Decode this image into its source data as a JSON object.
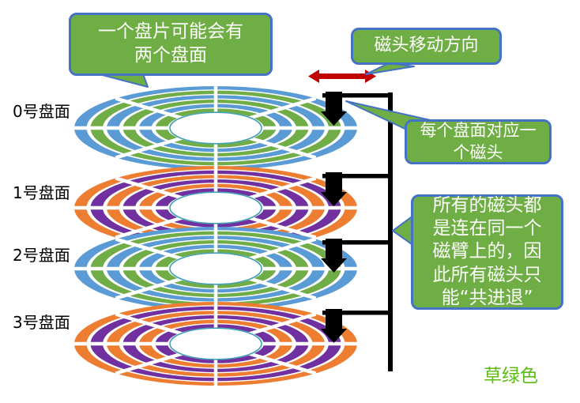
{
  "diagram": {
    "bubbles": {
      "platter_note": "一个盘片可能会有\n两个盘面",
      "head_direction": "磁头移动方向",
      "head_per_surface": "每个盘面对应一\n个磁头",
      "arm_note": "所有的磁头都\n是连在同一个\n磁臂上的，因\n此所有磁头只\n能“共进退”"
    },
    "surfaces": [
      {
        "label": "0号盘面",
        "ring_colors": [
          "#5B9BD5",
          "#70AD47"
        ]
      },
      {
        "label": "1号盘面",
        "ring_colors": [
          "#ED7D31",
          "#7030A0"
        ]
      },
      {
        "label": "2号盘面",
        "ring_colors": [
          "#5B9BD5",
          "#70AD47"
        ]
      },
      {
        "label": "3号盘面",
        "ring_colors": [
          "#ED7D31",
          "#7030A0"
        ]
      }
    ],
    "rings_per_surface": 6,
    "sectors_per_surface": 8,
    "caption": "草绿色",
    "colors": {
      "bubble_fill": "#6FAE44",
      "bubble_border": "#4472C4",
      "bubble_text": "#FDFEFB",
      "arrow_red": "#C00000",
      "arm_black": "#000000",
      "hole_ring": "#44A1B5",
      "caption_green": "#5ABB13",
      "label_text": "#000000",
      "white": "#FFFFFF"
    }
  }
}
